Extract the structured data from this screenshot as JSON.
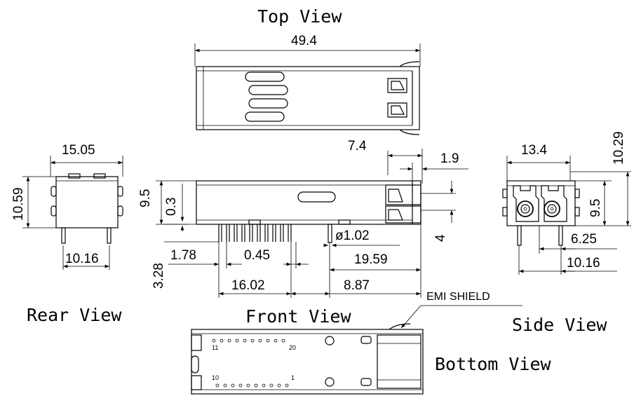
{
  "views": {
    "top": "Top View",
    "rear": "Rear View",
    "front": "Front View",
    "side": "Side View",
    "bottom": "Bottom View"
  },
  "dimensions": {
    "top_length": "49.4",
    "rear_width": "15.05",
    "rear_height": "10.59",
    "rear_pin_pitch": "10.16",
    "front_height": "9.5",
    "front_standoff": "0.3",
    "front_offset_a": "7.4",
    "front_offset_b": "1.9",
    "front_port_gap": "4",
    "pin_length": "3.28",
    "pin_pitch": "1.78",
    "pin_width": "0.45",
    "pin_row_span": "16.02",
    "post_diameter": "ø1.02",
    "post_offset": "19.59",
    "post_to_end": "8.87",
    "side_width": "13.4",
    "side_total_height": "10.29",
    "side_height": "9.5",
    "side_half_pitch": "6.25",
    "side_pitch": "10.16"
  },
  "labels": {
    "emi_shield": "EMI SHIELD",
    "pin_11": "11",
    "pin_20": "20",
    "pin_10": "10",
    "pin_1": "1"
  }
}
